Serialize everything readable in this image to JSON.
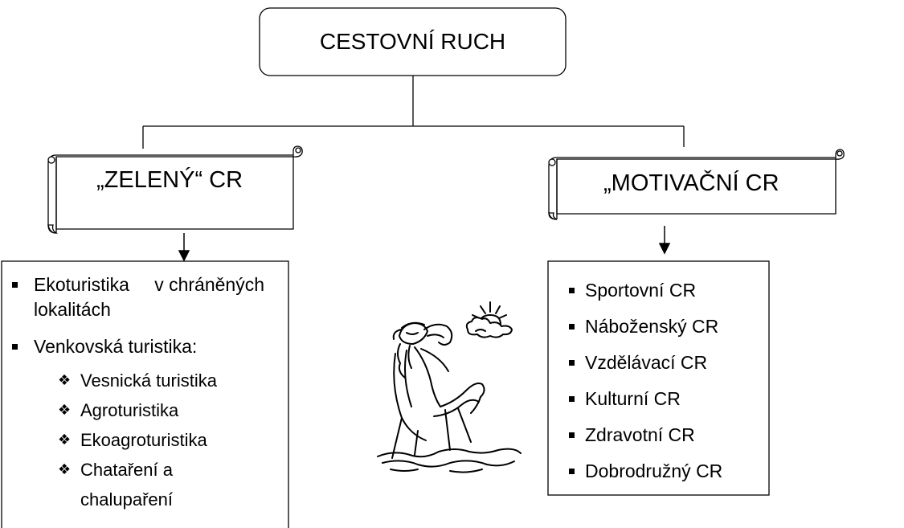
{
  "root": {
    "label": "CESTOVNÍ RUCH"
  },
  "left_branch": {
    "title": "„ZELENÝ“ CR",
    "items": [
      {
        "line1_a": "Ekoturistika",
        "line1_b": "v chráněných",
        "line2": "lokalitách"
      },
      {
        "label": "Venkovská turistika:"
      }
    ],
    "sub_items": [
      "Vesnická turistika",
      "Agroturistika",
      "Ekoagroturistika",
      "Chataření a chalupaření"
    ]
  },
  "right_branch": {
    "title": "„MOTIVAČNÍ CR",
    "items": [
      "Sportovní CR",
      "Náboženský CR",
      "Vzdělávací CR",
      "Kulturní CR",
      "Zdravotní CR",
      "Dobrodružný CR"
    ]
  },
  "illustration": {
    "icon": "relaxing-person-in-chair-with-sun-icon"
  },
  "colors": {
    "line": "#000000",
    "background": "#ffffff"
  }
}
